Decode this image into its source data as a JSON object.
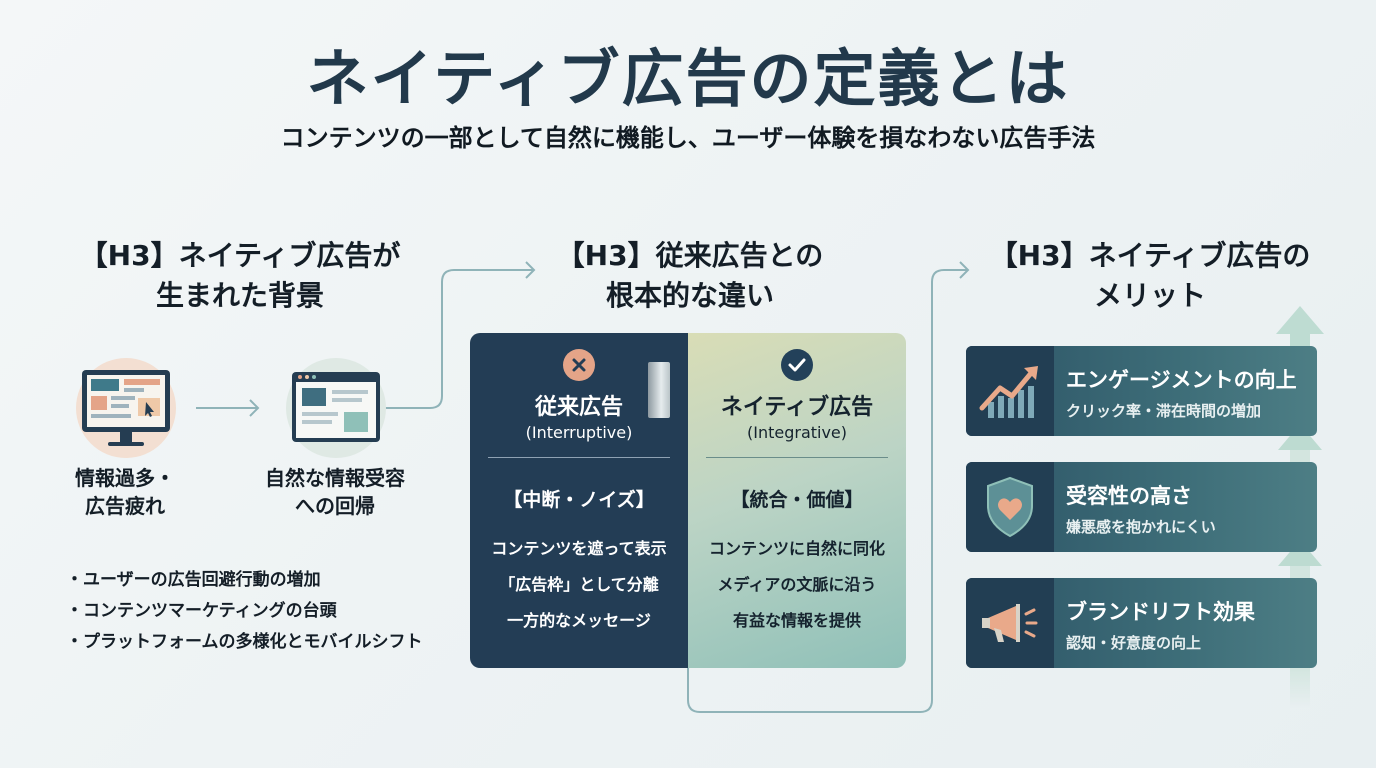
{
  "title": "ネイティブ広告の定義とは",
  "subtitle": "コンテンツの一部として自然に機能し、ユーザー体験を損なわない広告手法",
  "left": {
    "heading_line1": "【H3】ネイティブ広告が",
    "heading_line2": "生まれた背景",
    "before_line1": "情報過多・",
    "before_line2": "広告疲れ",
    "after_line1": "自然な情報受容",
    "after_line2": "への回帰",
    "bullets": [
      "ユーザーの広告回避行動の増加",
      "コンテンツマーケティングの台頭",
      "プラットフォームの多様化とモバイルシフト"
    ]
  },
  "middle": {
    "heading_line1": "【H3】従来広告との",
    "heading_line2": "根本的な違い",
    "traditional": {
      "title": "従来広告",
      "subtitle": "(Interruptive)",
      "tag": "【中断・ノイズ】",
      "items": [
        "コンテンツを遮って表示",
        "「広告枠」として分離",
        "一方的なメッセージ"
      ]
    },
    "native": {
      "title": "ネイティブ広告",
      "subtitle": "(Integrative)",
      "tag": "【統合・価値】",
      "items": [
        "コンテンツに自然に同化",
        "メディアの文脈に沿う",
        "有益な情報を提供"
      ]
    }
  },
  "right": {
    "heading_line1": "【H3】ネイティブ広告の",
    "heading_line2": "メリット",
    "cards": [
      {
        "title": "エンゲージメントの向上",
        "sub": "クリック率・滞在時間の増加",
        "icon": "chart-up-icon"
      },
      {
        "title": "受容性の高さ",
        "sub": "嫌悪感を抱かれにくい",
        "icon": "shield-heart-icon"
      },
      {
        "title": "ブランドリフト効果",
        "sub": "認知・好意度の向上",
        "icon": "megaphone-icon"
      }
    ]
  },
  "colors": {
    "navy": "#233d55",
    "teal": "#3d6d78",
    "coral": "#e4a488",
    "connector": "#8fb3b8"
  }
}
